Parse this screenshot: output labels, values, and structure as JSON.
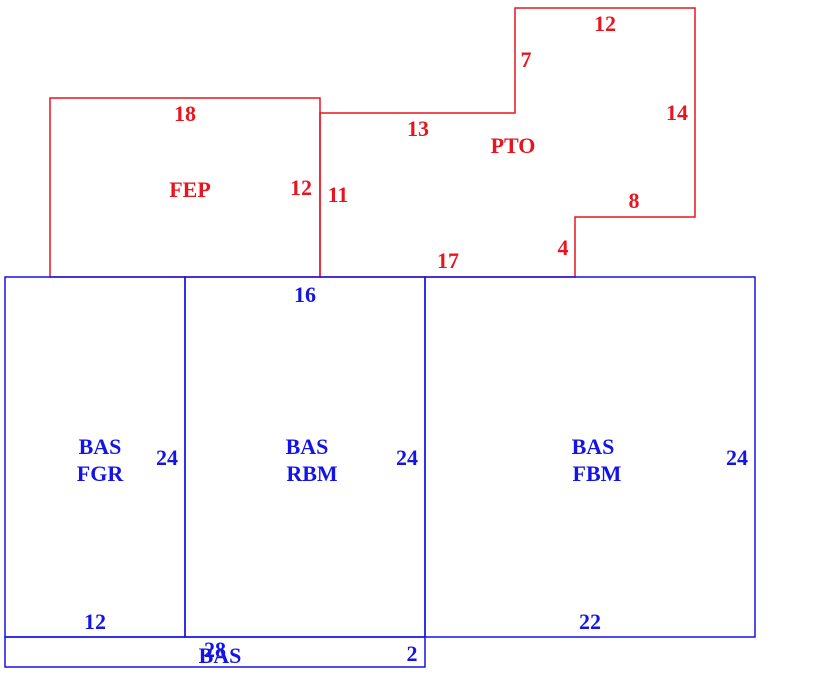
{
  "colors": {
    "pto": "#e8141e",
    "fep": "#e8141e",
    "bas": "#1414e6",
    "background": "#ffffff"
  },
  "areas": {
    "fep": {
      "name": "FEP",
      "dims": {
        "top": "18",
        "right": "12"
      }
    },
    "pto": {
      "name": "PTO",
      "dims": {
        "top": "12",
        "upper_left": "7",
        "right": "14",
        "step_top": "8",
        "step_side": "4",
        "bottom": "17",
        "left": "11",
        "mid_top": "13"
      }
    },
    "bas_fgr": {
      "name_line1": "BAS",
      "name_line2": "FGR",
      "dims": {
        "right": "24",
        "bottom": "12"
      }
    },
    "bas_rbm": {
      "name_line1": "BAS",
      "name_line2": "RBM",
      "dims": {
        "top": "16",
        "right": "24"
      }
    },
    "bas_fbm": {
      "name_line1": "BAS",
      "name_line2": "FBM",
      "dims": {
        "right": "24",
        "bottom": "22"
      }
    },
    "bas_strip": {
      "name": "BAS",
      "dims": {
        "length": "28",
        "width": "2"
      }
    }
  }
}
